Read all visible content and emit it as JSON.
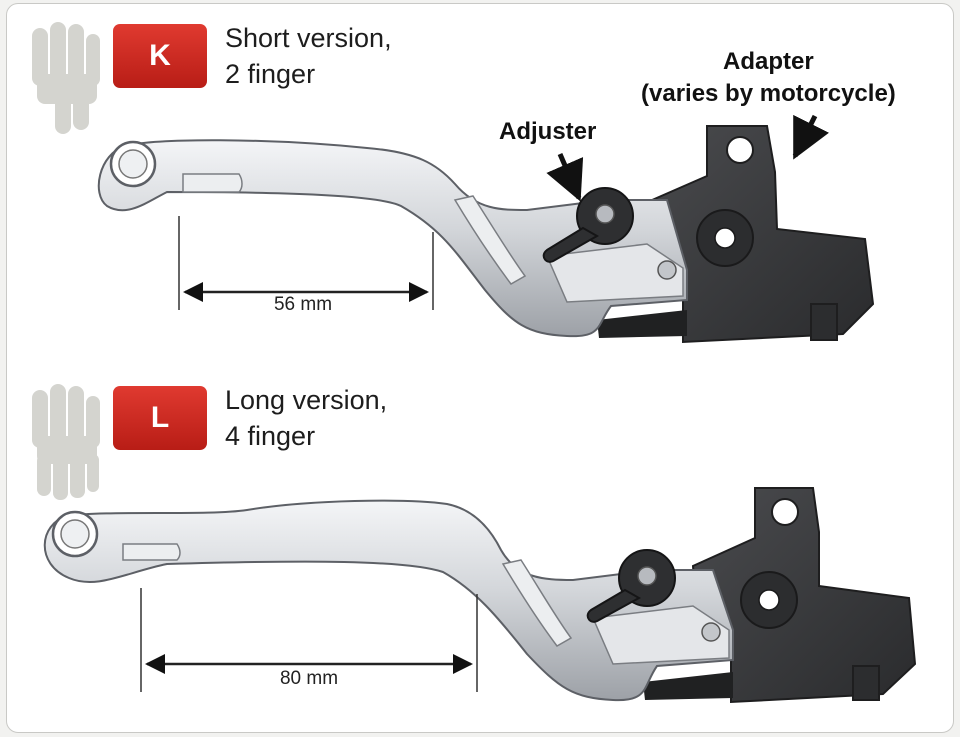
{
  "short_version": {
    "badge": "K",
    "line1": "Short version,",
    "line2": "2 finger",
    "measurement": "56 mm"
  },
  "long_version": {
    "badge": "L",
    "line1": "Long version,",
    "line2": "4 finger",
    "measurement": "80 mm"
  },
  "annotations": {
    "adjuster": "Adjuster",
    "adapter_line1": "Adapter",
    "adapter_line2": "(varies by motorcycle)"
  },
  "colors": {
    "badge_red": "#d42a22",
    "lever_silver": "#cfd2d6",
    "adapter_dark": "#3a3b3d",
    "hand_gray": "#d4d4cf"
  }
}
